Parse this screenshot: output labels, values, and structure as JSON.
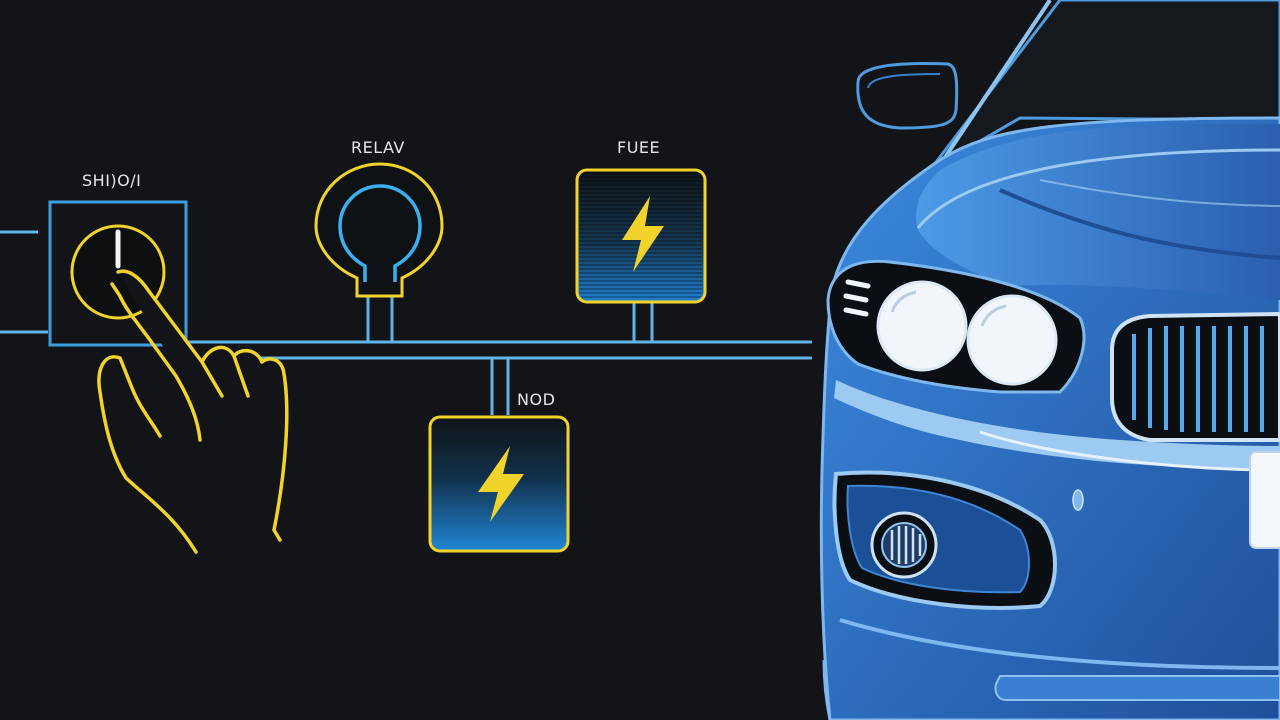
{
  "labels": {
    "switch": "SHI)O/I",
    "relay": "RELAV",
    "fuse": "FUEE",
    "node": "NOD"
  },
  "colors": {
    "background": "#121417",
    "wire": "#5fb4e8",
    "accent_yellow": "#f2d32c",
    "box_blue": "#1e8ad6",
    "car_blue": "#2c6ec4",
    "car_light": "#8fc3f0"
  },
  "icons": {
    "switch": "power-button-icon",
    "hand": "pointing-hand-icon",
    "relay": "relay-coil-icon",
    "fuse": "lightning-bolt-icon",
    "node": "lightning-bolt-icon",
    "car": "car-front-icon"
  }
}
